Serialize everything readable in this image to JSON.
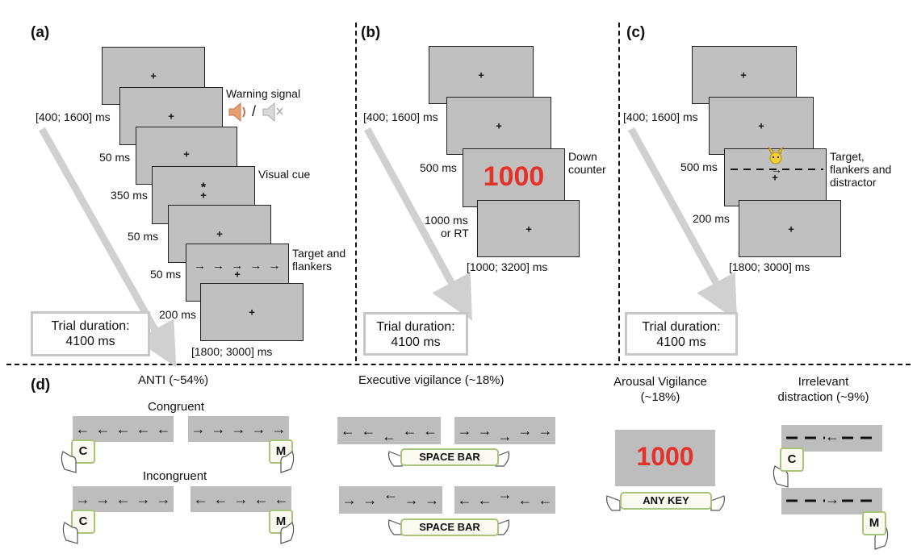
{
  "panels": {
    "a": "(a)",
    "b": "(b)",
    "c": "(c)",
    "d": "(d)"
  },
  "fixation": "+",
  "panel_a": {
    "iti": "[400; 1600] ms",
    "warning": "Warning signal",
    "sep": "/",
    "t50a": "50 ms",
    "visual_cue": "Visual cue",
    "t350": "350 ms",
    "t50b": "50 ms",
    "target_flankers": "Target and flankers",
    "t50c": "50 ms",
    "t200": "200 ms",
    "final": "[1800; 3000] ms",
    "cue_star": "*",
    "trial": "Trial duration:",
    "trial_ms": "4100 ms"
  },
  "panel_b": {
    "iti": "[400; 1600] ms",
    "t500": "500 ms",
    "counter": "1000",
    "down_counter": "Down counter",
    "t1000": "1000 ms",
    "or_rt": "or RT",
    "final": "[1000; 3200] ms",
    "trial": "Trial duration:",
    "trial_ms": "4100 ms"
  },
  "panel_c": {
    "iti": "[400; 1600] ms",
    "t500": "500 ms",
    "target_distractor": "Target, flankers and distractor",
    "t200": "200 ms",
    "final": "[1800; 3000] ms",
    "trial": "Trial duration:",
    "trial_ms": "4100 ms"
  },
  "panel_d": {
    "anti": "ANTI (~54%)",
    "congruent": "Congruent",
    "incongruent": "Incongruent",
    "key_c": "C",
    "key_m": "M",
    "ev": "Executive vigilance (~18%)",
    "space_bar": "SPACE BAR",
    "av": "Arousal Vigilance (~18%)",
    "av_counter": "1000",
    "any_key": "ANY KEY",
    "ird": "Irrelevant distraction (~9%)"
  },
  "colors": {
    "screen": "#c0c0c0",
    "counter": "#e2322a",
    "key_border": "#a8c47a",
    "arrow": "#d0d0d0"
  },
  "icons": [
    "speaker-on-icon",
    "speaker-muted-icon",
    "pikachu-distractor-icon",
    "hand-pressing-key-icon"
  ]
}
